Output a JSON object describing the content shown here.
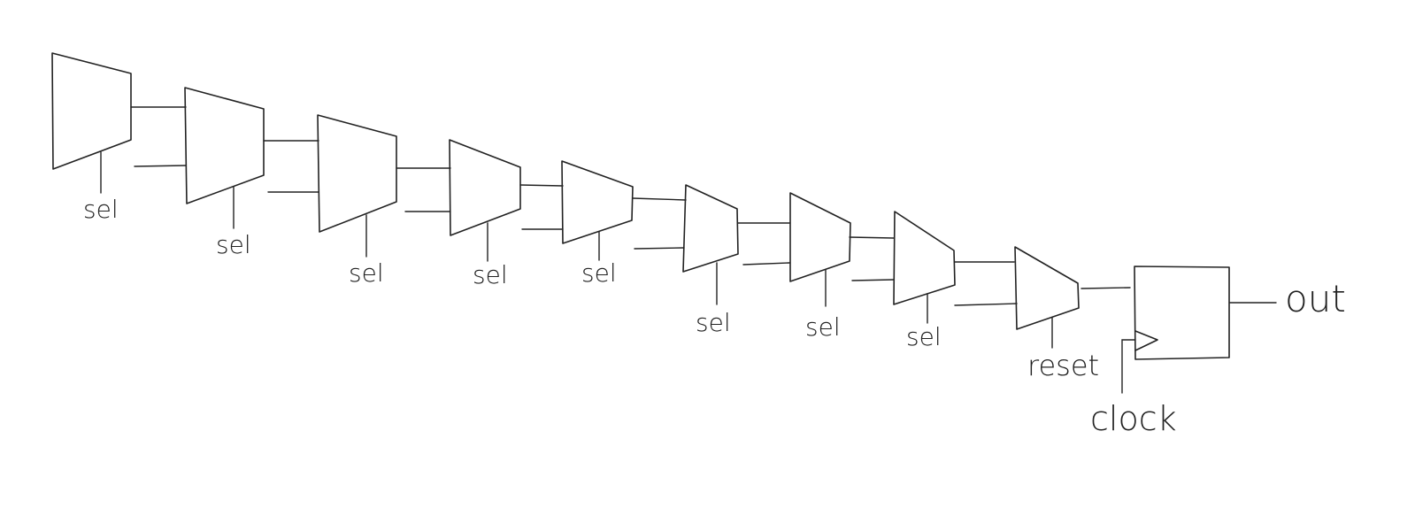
{
  "diagram": {
    "mux_count": 9,
    "mux_select_labels": [
      "sel",
      "sel",
      "sel",
      "sel",
      "sel",
      "sel",
      "sel",
      "sel"
    ],
    "last_mux_select_label": "reset",
    "register": {
      "clock_label": "clock",
      "output_label": "out"
    }
  }
}
